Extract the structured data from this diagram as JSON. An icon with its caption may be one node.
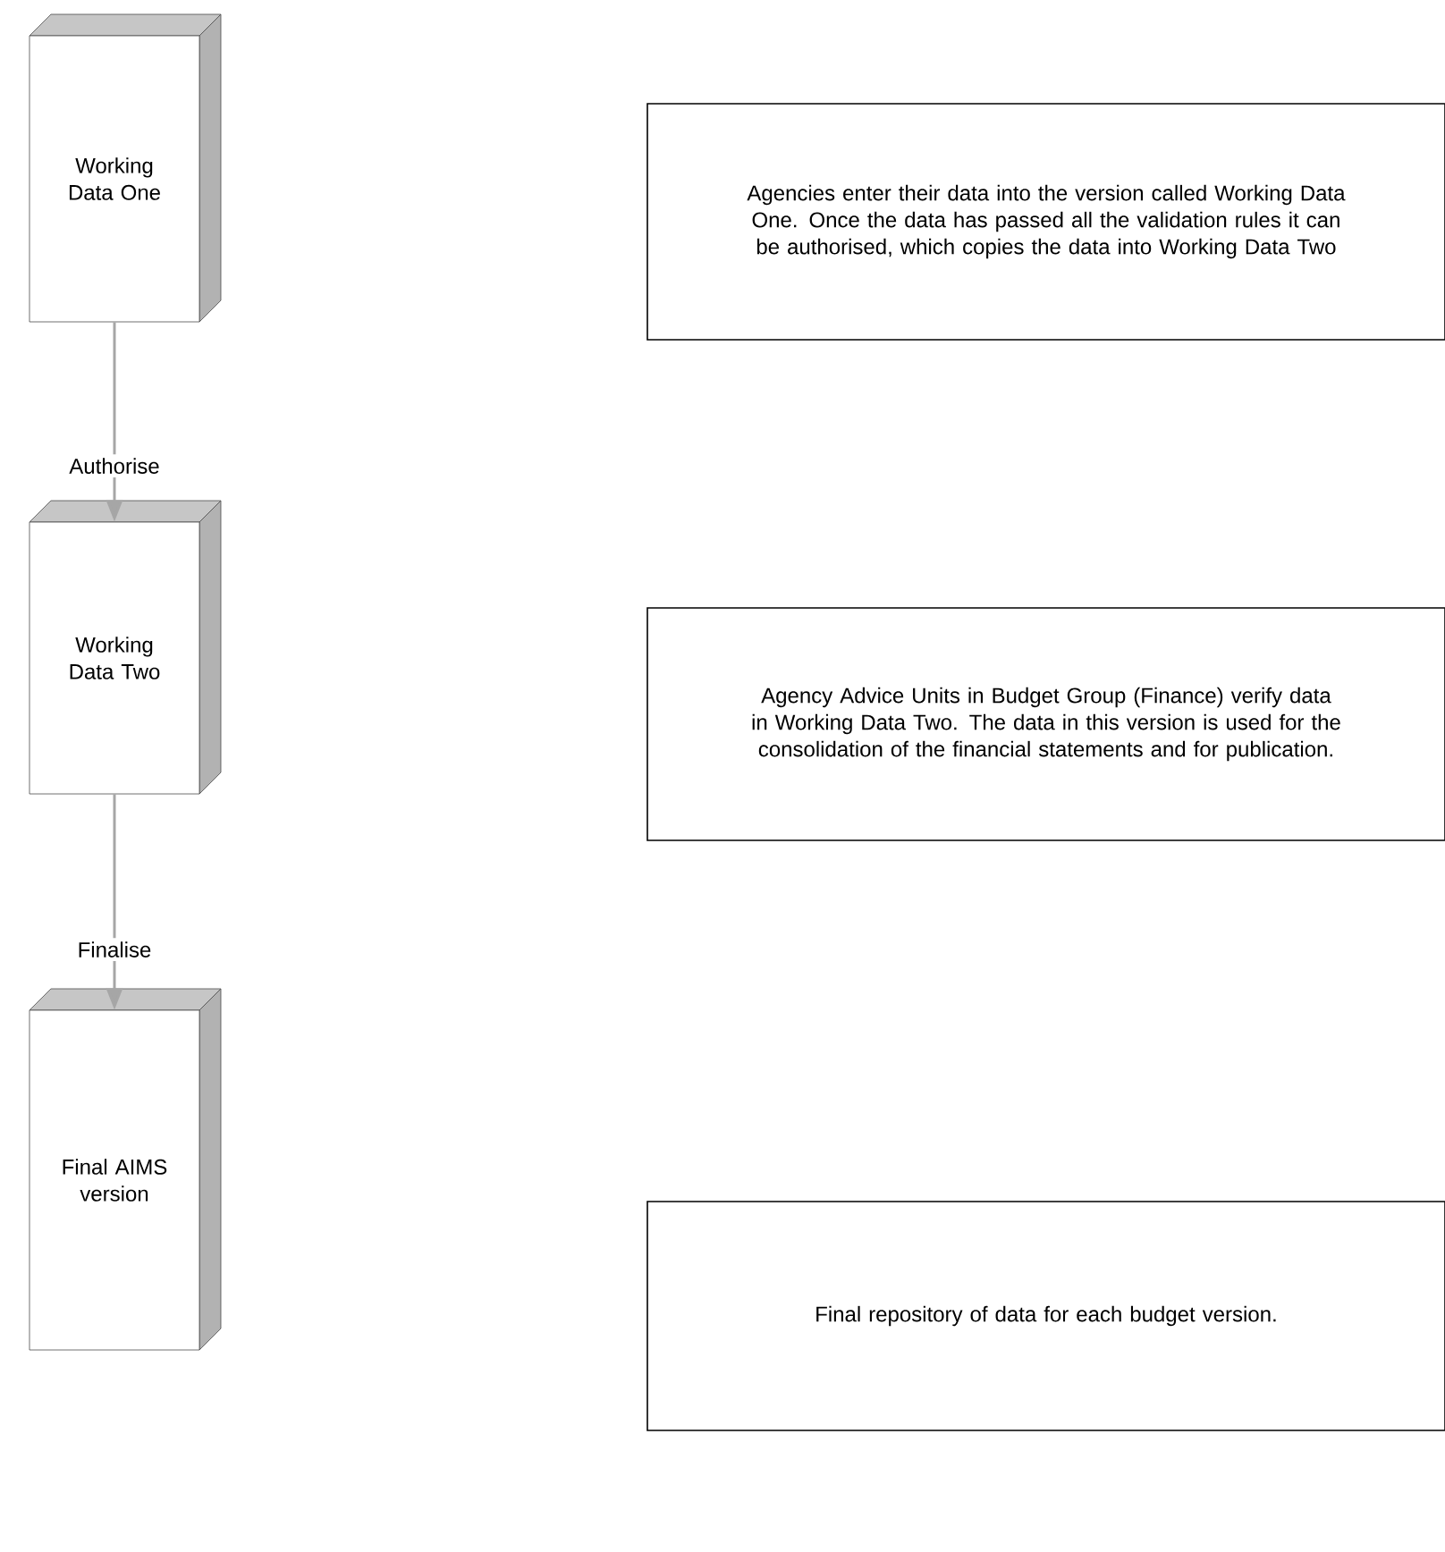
{
  "diagram": {
    "nodes": [
      {
        "text": [
          "Working Data One"
        ]
      },
      {
        "text": [
          "Agencies enter their data into the version called Working Data One.  Once the data has passed all the validation rules it can be authorised, which copies the data into Working Data Two"
        ]
      },
      {
        "text": [
          "Working Data Two"
        ]
      },
      {
        "text": [
          "Agency Advice Units in Budget Group (Finance) verify data in Working Data Two. The data in this version is used for the consolidation of the financial statements and for publication."
        ]
      },
      {
        "text": [
          "Final AIMS version"
        ]
      },
      {
        "text": [
          "Final repository of data for each budget version."
        ]
      }
    ],
    "edges": [
      {
        "from": 0,
        "to": 2,
        "arrow": "to",
        "label": "Authorise"
      },
      {
        "from": 2,
        "to": 4,
        "arrow": "to",
        "label": "Finalise"
      }
    ]
  }
}
